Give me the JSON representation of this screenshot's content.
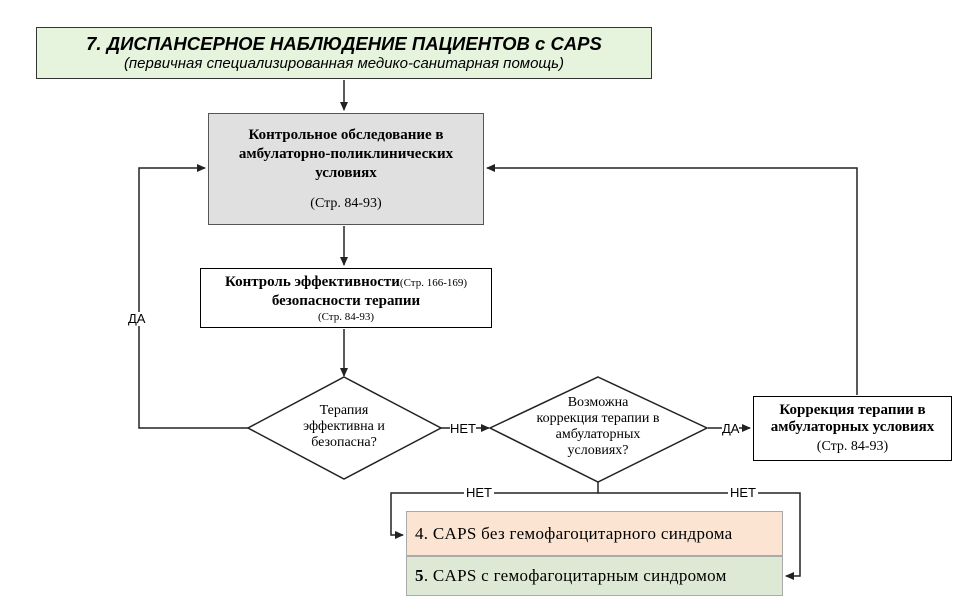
{
  "header": {
    "title": "7. ДИСПАНСЕРНОЕ НАБЛЮДЕНИЕ ПАЦИЕНТОВ с CAPS",
    "subtitle": "(первичная специализированная медико-санитарная помощь)"
  },
  "exam": {
    "text": "Контрольное обследование в амбулаторно-поликлинических условиях",
    "ref": "(Стр. 84-93)"
  },
  "control": {
    "line1": "Контроль эффективности",
    "ref1": "(Стр. 166-169)",
    "line2": "безопасности терапии",
    "ref2": "(Стр. 84-93)"
  },
  "decision1": {
    "line1": "Терапия",
    "line2": "эффективна и",
    "line3": "безопасна?"
  },
  "decision2": {
    "line1": "Возможна",
    "line2": "коррекция терапии в",
    "line3": "амбулаторных",
    "line4": "условиях?"
  },
  "correction": {
    "line1": "Коррекция терапии в",
    "line2": "амбулаторных условиях",
    "ref": "(Стр. 84-93)"
  },
  "outcomes": {
    "caps4": "4. CAPS без гемофагоцитарного синдрома",
    "caps5_num": "5",
    "caps5_rest": ". CAPS с гемофагоцитарным синдромом"
  },
  "labels": {
    "yes_left": "ДА",
    "no_middle": "НЕТ",
    "yes_right": "ДА",
    "no_bottom_left": "НЕТ",
    "no_bottom_right": "НЕТ"
  },
  "colors": {
    "title_bg": "#e6f4dd",
    "exam_bg": "#e0e0e0",
    "caps4_bg": "#fbe4d2",
    "caps5_bg": "#dde9d4",
    "connector": "#222222"
  }
}
